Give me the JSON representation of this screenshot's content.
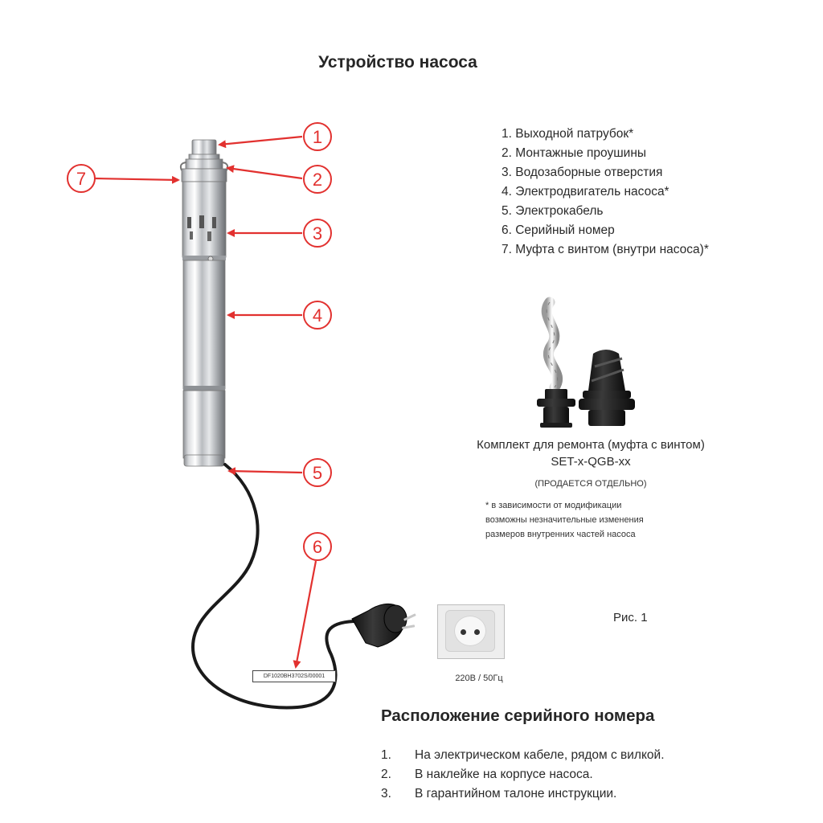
{
  "title": "Устройство насоса",
  "parts": [
    "1. Выходной патрубок*",
    "2. Монтажные проушины",
    "3. Водозаборные отверстия",
    "4. Электродвигатель насоса*",
    "5. Электрокабель",
    "6. Серийный номер",
    "7. Муфта с винтом (внутри насоса)*"
  ],
  "callouts": [
    "1",
    "2",
    "3",
    "4",
    "5",
    "6",
    "7"
  ],
  "kit": {
    "label": "Комплект для ремонта (муфта с винтом)",
    "model": "SET-x-QGB-xx",
    "sold_separately": "(ПРОДАЕТСЯ ОТДЕЛЬНО)"
  },
  "note": {
    "line1": "* в зависимости от модификации",
    "line2": "возможны незначительные изменения",
    "line3": "размеров внутренних частей насоса"
  },
  "figure_label": "Рис. 1",
  "voltage": "220В / 50Гц",
  "serial_sticker": "DF1020BH3702S/00001",
  "serial_section": {
    "title": "Расположение серийного номера",
    "items": [
      {
        "num": "1.",
        "text": "На электрическом кабеле, рядом с вилкой."
      },
      {
        "num": "2.",
        "text": "В наклейке на корпусе насоса."
      },
      {
        "num": "3.",
        "text": "В гарантийном талоне инструкции."
      }
    ]
  },
  "colors": {
    "callout_red": "#e2312f",
    "text": "#2a2a2a"
  },
  "icons": [
    "pump-image",
    "repair-kit-image",
    "plug-image",
    "socket-image"
  ]
}
